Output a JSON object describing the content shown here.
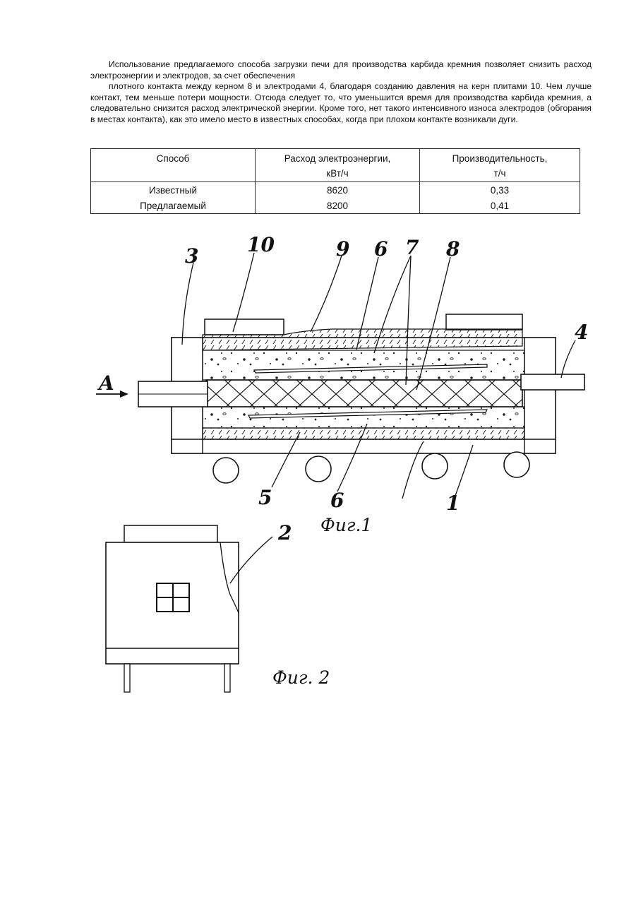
{
  "paragraph_1": "Использование предлагаемого способа загрузки печи для производства карбида кремния позволяет снизить расход электроэнергии и электродов, за счет обеспечения",
  "paragraph_2": "плотного контакта между керном 8 и электродами 4, благодаря созданию давления на керн плитами 10. Чем лучше контакт, тем меньше потери мощности. Отсюда следует то, что уменьшится время для производства карбида кремния, а следовательно снизится расход электрической энергии. Кроме того, нет такого интенсивного износа электродов (обгорания в местах контакта), как это имело место в известных способах, когда при плохом контакте возникали дуги.",
  "table": {
    "headers": [
      {
        "main": "Способ",
        "sub": ""
      },
      {
        "main": "Расход электроэнергии,",
        "sub": "кВт/ч"
      },
      {
        "main": "Производительность,",
        "sub": "т/ч"
      }
    ],
    "rows": [
      [
        "Известный",
        "8620",
        "0,33"
      ],
      [
        "Предлагаемый",
        "8200",
        "0,41"
      ]
    ]
  },
  "figure1": {
    "caption": "Фиг.1",
    "arrow_label": "A",
    "labels": {
      "l1": "1",
      "l3": "3",
      "l4": "4",
      "l5": "5",
      "l6a": "6",
      "l6b": "6",
      "l7": "7",
      "l8": "8",
      "l9": "9",
      "l10": "10"
    }
  },
  "figure2": {
    "caption": "Фиг. 2",
    "labels": {
      "l2": "2"
    }
  }
}
